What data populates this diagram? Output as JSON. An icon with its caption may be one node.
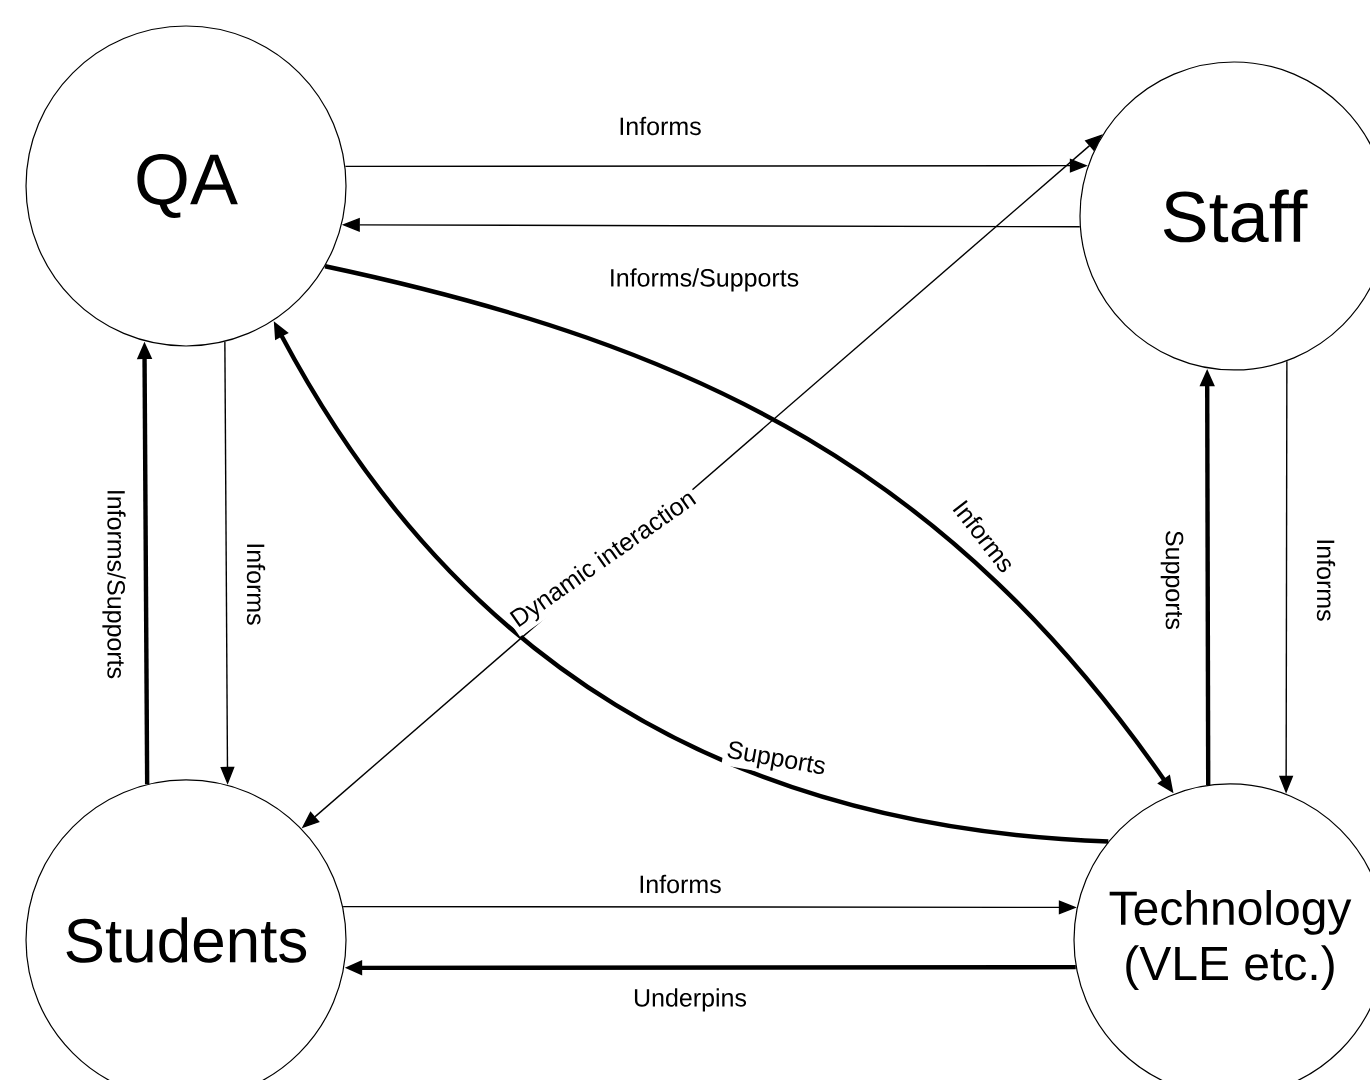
{
  "diagram": {
    "nodes": [
      {
        "text": [
          "QA"
        ]
      },
      {
        "text": [
          "Staff"
        ]
      },
      {
        "text": [
          "Students"
        ]
      },
      {
        "text": [
          "Technology (VLE etc.)"
        ]
      }
    ],
    "edges": [
      {
        "from": 0,
        "to": 1,
        "arrow": "to",
        "label": "Informs"
      },
      {
        "from": 1,
        "to": 0,
        "arrow": "to",
        "label": "Informs/Supports"
      },
      {
        "from": 0,
        "to": 3,
        "arrow": "to",
        "label": "Informs",
        "style": "thick"
      },
      {
        "from": 3,
        "to": 0,
        "arrow": "to",
        "label": "Supports",
        "style": "thick"
      },
      {
        "from": 2,
        "to": 1,
        "arrow": "both",
        "label": "Dynamic interaction"
      },
      {
        "from": 2,
        "to": 0,
        "arrow": "to",
        "label": "Informs/Supports",
        "style": "thick"
      },
      {
        "from": 0,
        "to": 2,
        "arrow": "to",
        "label": "Informs"
      },
      {
        "from": 3,
        "to": 1,
        "arrow": "to",
        "label": "Supports",
        "style": "thick"
      },
      {
        "from": 1,
        "to": 3,
        "arrow": "to",
        "label": "Informs"
      },
      {
        "from": 2,
        "to": 3,
        "arrow": "to",
        "label": "Informs"
      },
      {
        "from": 3,
        "to": 2,
        "arrow": "to",
        "label": "Underpins",
        "style": "thick"
      }
    ]
  }
}
